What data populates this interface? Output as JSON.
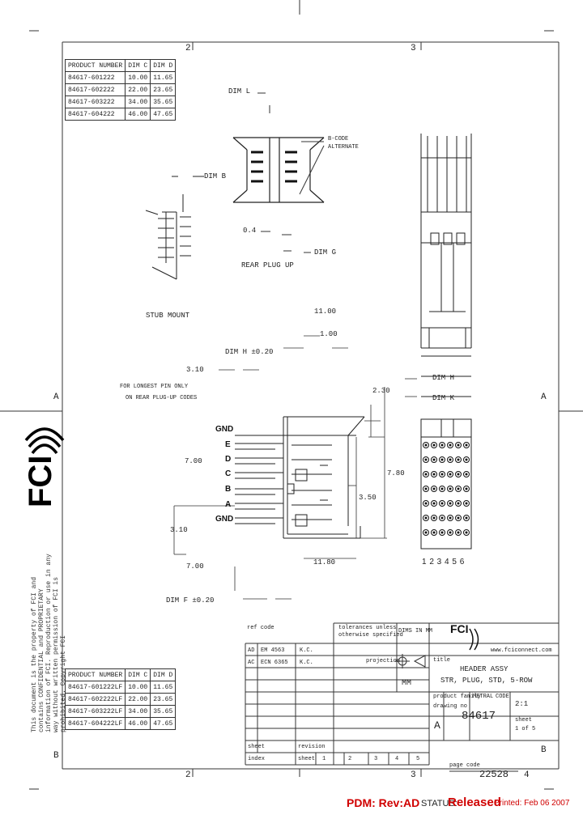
{
  "zones": {
    "col2": "2",
    "col3": "3",
    "col4": "4",
    "rowA": "A",
    "rowB": "B"
  },
  "product_table_top": {
    "header": [
      "PRODUCT NUMBER",
      "DIM C",
      "DIM D"
    ],
    "rows": [
      [
        "84617-601222",
        "10.00",
        "11.65"
      ],
      [
        "84617-602222",
        "22.00",
        "23.65"
      ],
      [
        "84617-603222",
        "34.00",
        "35.65"
      ],
      [
        "84617-604222",
        "46.00",
        "47.65"
      ]
    ]
  },
  "product_table_bottom": {
    "header": [
      "PRODUCT NUMBER",
      "DIM C",
      "DIM D"
    ],
    "rows": [
      [
        "84617-601222LF",
        "10.00",
        "11.65"
      ],
      [
        "84617-602222LF",
        "22.00",
        "23.65"
      ],
      [
        "84617-603222LF",
        "34.00",
        "35.65"
      ],
      [
        "84617-604222LF",
        "46.00",
        "47.65"
      ]
    ]
  },
  "labels": {
    "dim_l": "DIM L",
    "dim_b": "DIM B",
    "note_b_code": "B-CODE",
    "note_b_code2": "ALTERNATE",
    "stub_mount": "STUB MOUNT",
    "dim_04": "0.4",
    "dim_g": "DIM G",
    "rear_plug_up": "REAR PLUG UP",
    "dim_1100": "11.00",
    "dim_100": "1.00",
    "dim_h": "DIM H ±0.20",
    "dim_310": "3.10",
    "note_longest1": "FOR LONGEST PIN ONLY",
    "note_longest2": "ON REAR PLUG-UP CODES",
    "dim_230": "2.30",
    "dim_700a": "7.00",
    "dim_780": "7.80",
    "dim_350": "3.50",
    "dim_310b": "3.10",
    "dim_700b": "7.00",
    "dim_1180": "11.80",
    "dim_f": "DIM F ±0.20",
    "dim_h2": "DIM H",
    "dim_k": "DIM K",
    "pin_gnd_top": "GND",
    "pin_e1": "E",
    "pin_d": "D",
    "pin_c": "C",
    "pin_b": "B",
    "pin_a": "A",
    "pin_gnd_bot": "GND",
    "pin_numbers": "1 2 3 4 5 6"
  },
  "title_block": {
    "tolerance1": "tolerances unless",
    "tolerance2": "otherwise specified",
    "dims_in_mm": "DIMS IN MM",
    "projection": "projection",
    "title_label": "title",
    "title1": "HEADER ASSY",
    "title2": "STR, PLUG, STD, 5-ROW",
    "product_family_label": "product family",
    "product_family": "METRAL",
    "code": "CODE",
    "drawing_no_label": "drawing no",
    "drawing_no": "84617",
    "scale": "2:1",
    "sheet_label": "sheet",
    "sheet": "1 of 5",
    "size": "A",
    "fci_small": "FCI",
    "website": "www.fciconnect.com",
    "mm": "MM",
    "page_code_label": "page code",
    "page_code": "22528",
    "revision_history_label": "ref code",
    "rev_rows": [
      [
        "AD",
        "EM 4563",
        "K.C."
      ],
      [
        "AC",
        "ECN 6365",
        "K.C."
      ]
    ],
    "sheet_row": [
      "sheet",
      "revision"
    ],
    "index_row": [
      "index",
      "sheet",
      "1",
      "2",
      "3",
      "4",
      "5"
    ]
  },
  "sidebar_notice": "This document is the property of FCI and contains CONFIDENTIAL and PROPRIETARY information of FCI. Reproduction or use in any way without written permission of FCI is prohibited. Copyright FCI",
  "logo_text": "FCI",
  "footer": {
    "pdm": "PDM: Rev:AD",
    "status_label": "STATUS:",
    "status_value": "Released",
    "printed": "Printed: Feb 06 2007"
  },
  "colors": {
    "ink": "#111111",
    "accent_red": "#d00000",
    "paper": "#ffffff"
  }
}
